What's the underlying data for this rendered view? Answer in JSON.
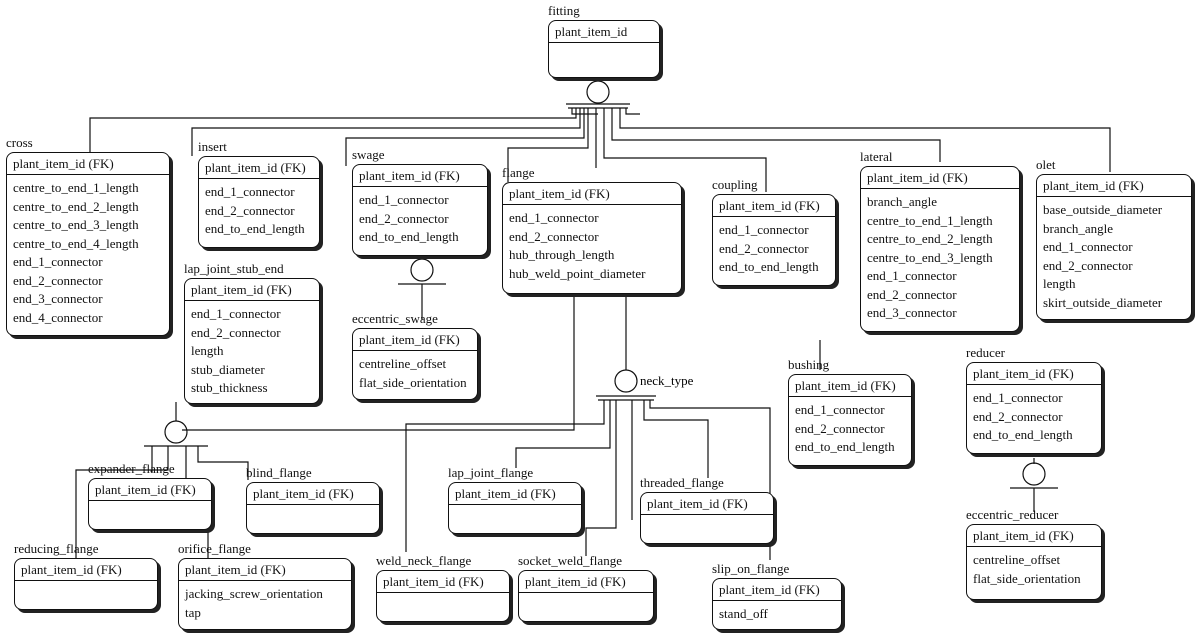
{
  "diagram": {
    "entities": {
      "fitting": {
        "name": "fitting",
        "key": "plant_item_id",
        "attributes": []
      },
      "cross": {
        "name": "cross",
        "key": "plant_item_id (FK)",
        "attributes": [
          "centre_to_end_1_length",
          "centre_to_end_2_length",
          "centre_to_end_3_length",
          "centre_to_end_4_length",
          "end_1_connector",
          "end_2_connector",
          "end_3_connector",
          "end_4_connector"
        ]
      },
      "insert": {
        "name": "insert",
        "key": "plant_item_id (FK)",
        "attributes": [
          "end_1_connector",
          "end_2_connector",
          "end_to_end_length"
        ]
      },
      "swage": {
        "name": "swage",
        "key": "plant_item_id (FK)",
        "attributes": [
          "end_1_connector",
          "end_2_connector",
          "end_to_end_length"
        ]
      },
      "flange": {
        "name": "flange",
        "key": "plant_item_id (FK)",
        "attributes": [
          "end_1_connector",
          "end_2_connector",
          "hub_through_length",
          "hub_weld_point_diameter"
        ]
      },
      "coupling": {
        "name": "coupling",
        "key": "plant_item_id (FK)",
        "attributes": [
          "end_1_connector",
          "end_2_connector",
          "end_to_end_length"
        ]
      },
      "lateral": {
        "name": "lateral",
        "key": "plant_item_id (FK)",
        "attributes": [
          "branch_angle",
          "centre_to_end_1_length",
          "centre_to_end_2_length",
          "centre_to_end_3_length",
          "end_1_connector",
          "end_2_connector",
          "end_3_connector"
        ]
      },
      "olet": {
        "name": "olet",
        "key": "plant_item_id (FK)",
        "attributes": [
          "base_outside_diameter",
          "branch_angle",
          "end_1_connector",
          "end_2_connector",
          "length",
          "skirt_outside_diameter"
        ]
      },
      "lap_joint_stub_end": {
        "name": "lap_joint_stub_end",
        "key": "plant_item_id (FK)",
        "attributes": [
          "end_1_connector",
          "end_2_connector",
          "length",
          "stub_diameter",
          "stub_thickness"
        ]
      },
      "eccentric_swage": {
        "name": "eccentric_swage",
        "key": "plant_item_id (FK)",
        "attributes": [
          "centreline_offset",
          "flat_side_orientation"
        ]
      },
      "bushing": {
        "name": "bushing",
        "key": "plant_item_id (FK)",
        "attributes": [
          "end_1_connector",
          "end_2_connector",
          "end_to_end_length"
        ]
      },
      "reducer": {
        "name": "reducer",
        "key": "plant_item_id (FK)",
        "attributes": [
          "end_1_connector",
          "end_2_connector",
          "end_to_end_length"
        ]
      },
      "eccentric_reducer": {
        "name": "eccentric_reducer",
        "key": "plant_item_id (FK)",
        "attributes": [
          "centreline_offset",
          "flat_side_orientation"
        ]
      },
      "expander_flange": {
        "name": "expander_flange",
        "key": "plant_item_id (FK)",
        "attributes": []
      },
      "blind_flange": {
        "name": "blind_flange",
        "key": "plant_item_id (FK)",
        "attributes": []
      },
      "reducing_flange": {
        "name": "reducing_flange",
        "key": "plant_item_id (FK)",
        "attributes": []
      },
      "orifice_flange": {
        "name": "orifice_flange",
        "key": "plant_item_id (FK)",
        "attributes": [
          "jacking_screw_orientation",
          "tap"
        ]
      },
      "lap_joint_flange": {
        "name": "lap_joint_flange",
        "key": "plant_item_id (FK)",
        "attributes": []
      },
      "threaded_flange": {
        "name": "threaded_flange",
        "key": "plant_item_id (FK)",
        "attributes": []
      },
      "weld_neck_flange": {
        "name": "weld_neck_flange",
        "key": "plant_item_id (FK)",
        "attributes": []
      },
      "socket_weld_flange": {
        "name": "socket_weld_flange",
        "key": "plant_item_id (FK)",
        "attributes": []
      },
      "slip_on_flange": {
        "name": "slip_on_flange",
        "key": "plant_item_id (FK)",
        "attributes": [
          "stand_off"
        ]
      }
    },
    "discriminators": {
      "neck_type": "neck_type"
    }
  }
}
